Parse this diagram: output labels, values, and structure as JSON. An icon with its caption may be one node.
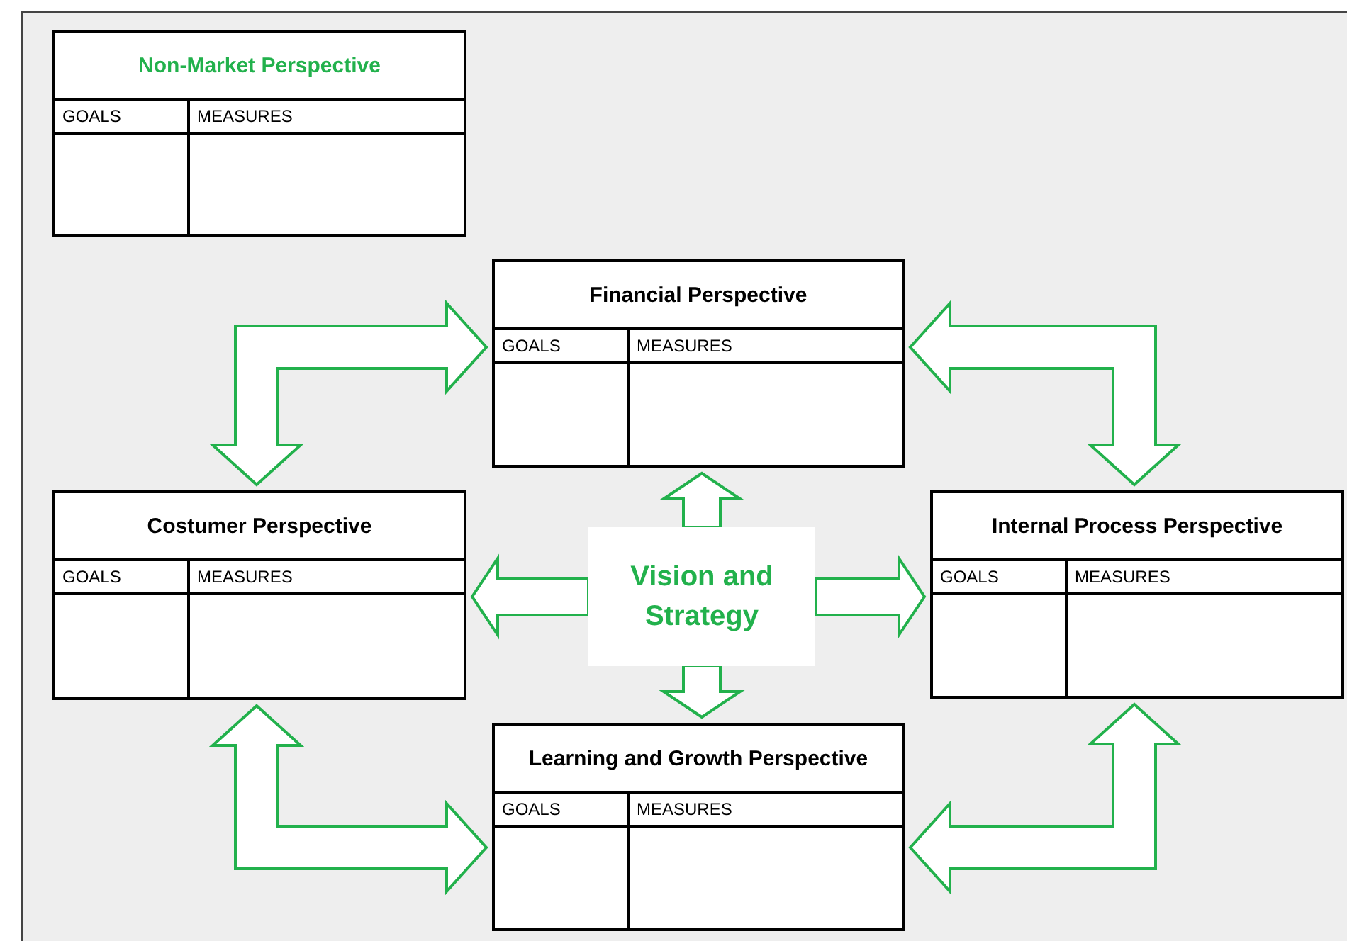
{
  "diagram": {
    "nodes": [
      {
        "text": [
          "Non-Market Perspective",
          "GOALS",
          "MEASURES"
        ]
      },
      {
        "text": [
          "Financial Perspective",
          "GOALS",
          "MEASURES"
        ]
      },
      {
        "text": [
          "Costumer Perspective",
          "GOALS",
          "MEASURES"
        ]
      },
      {
        "text": [
          "Vision and Strategy"
        ]
      },
      {
        "text": [
          "Internal Process Perspective",
          "GOALS",
          "MEASURES"
        ]
      },
      {
        "text": [
          "Learning and Growth Perspective",
          "GOALS",
          "MEASURES"
        ]
      }
    ],
    "edges": [
      {
        "from": 1,
        "to": 2,
        "arrow": "both"
      },
      {
        "from": 1,
        "to": 4,
        "arrow": "both"
      },
      {
        "from": 2,
        "to": 5,
        "arrow": "both"
      },
      {
        "from": 5,
        "to": 4,
        "arrow": "both"
      },
      {
        "from": 3,
        "to": 1,
        "arrow": "to"
      },
      {
        "from": 3,
        "to": 2,
        "arrow": "to"
      },
      {
        "from": 3,
        "to": 4,
        "arrow": "to"
      },
      {
        "from": 3,
        "to": 5,
        "arrow": "to"
      }
    ]
  }
}
